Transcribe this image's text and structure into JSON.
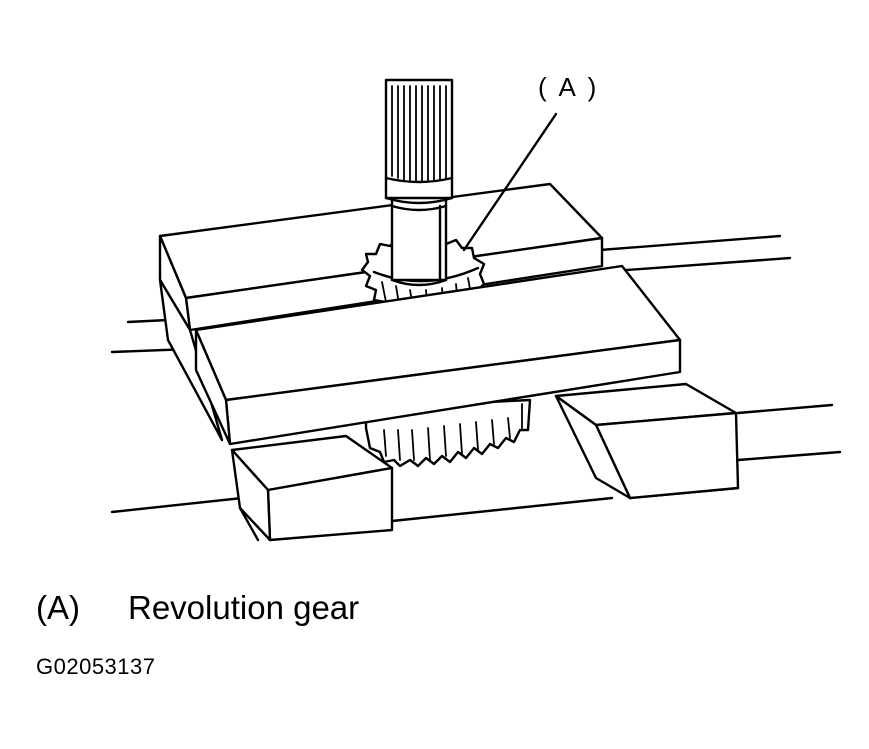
{
  "figure": {
    "callout": "( A )",
    "legend": {
      "key": "(A)",
      "label": "Revolution gear"
    },
    "figure_id": "G02053137"
  },
  "colors": {
    "ink": "#000000",
    "paper": "#ffffff"
  }
}
